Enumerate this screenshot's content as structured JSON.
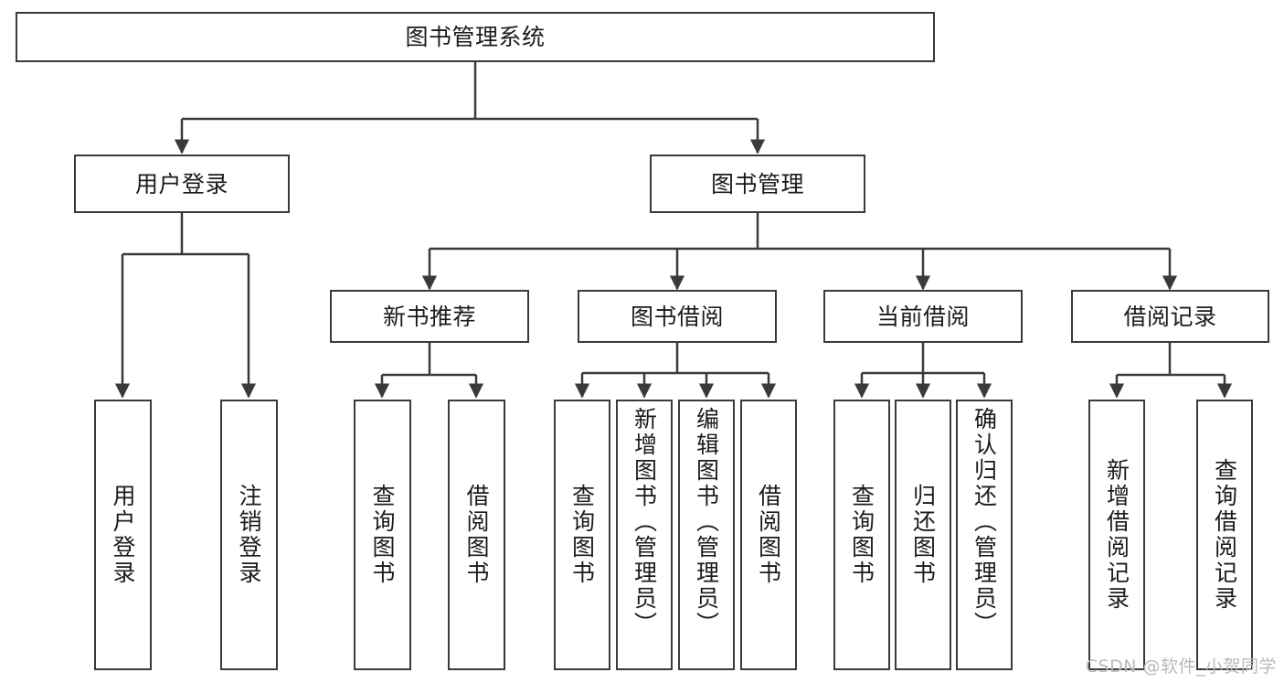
{
  "diagram": {
    "type": "tree-hierarchy-chart",
    "title": "图书管理系统",
    "line_color": "#3a3a3a",
    "box_fill": "#ffffff",
    "text_color": "#1b1b1b",
    "root": {
      "label": "图书管理系统"
    },
    "level2": [
      {
        "label": "用户登录"
      },
      {
        "label": "图书管理"
      }
    ],
    "level3": [
      {
        "label": "新书推荐"
      },
      {
        "label": "图书借阅"
      },
      {
        "label": "当前借阅"
      },
      {
        "label": "借阅记录"
      }
    ],
    "leaves": {
      "user_login": [
        {
          "label": "用户登录"
        },
        {
          "label": "注销登录"
        }
      ],
      "new_book_recommend": [
        {
          "label": "查询图书"
        },
        {
          "label": "借阅图书"
        }
      ],
      "book_borrow": [
        {
          "label": "查询图书"
        },
        {
          "label": "新增图书（管理员）"
        },
        {
          "label": "编辑图书（管理员）"
        },
        {
          "label": "借阅图书"
        }
      ],
      "current_borrow": [
        {
          "label": "查询图书"
        },
        {
          "label": "归还图书"
        },
        {
          "label": "确认归还（管理员）"
        }
      ],
      "borrow_record": [
        {
          "label": "新增借阅记录"
        },
        {
          "label": "查询借阅记录"
        }
      ]
    }
  },
  "watermark": {
    "text": "CSDN @软件_小贺同学"
  }
}
